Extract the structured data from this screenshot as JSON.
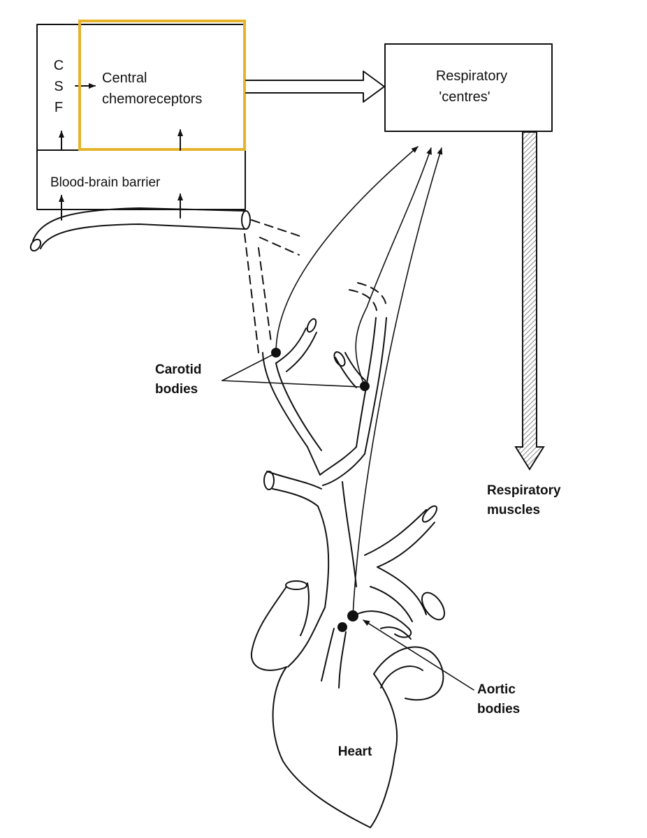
{
  "labels": {
    "csf_letters": [
      "C",
      "S",
      "F"
    ],
    "central_line1": "Central",
    "central_line2": "chemoreceptors",
    "barrier": "Blood-brain barrier",
    "resp_centres_line1": "Respiratory",
    "resp_centres_line2": "'centres'",
    "carotid_line1": "Carotid",
    "carotid_line2": "bodies",
    "resp_muscles_line1": "Respiratory",
    "resp_muscles_line2": "muscles",
    "aortic_line1": "Aortic",
    "aortic_line2": "bodies",
    "heart": "Heart"
  },
  "colors": {
    "ink": "#111111",
    "highlight": "#e6b42a",
    "hatch": "#8a8a8a",
    "background": "#ffffff"
  }
}
